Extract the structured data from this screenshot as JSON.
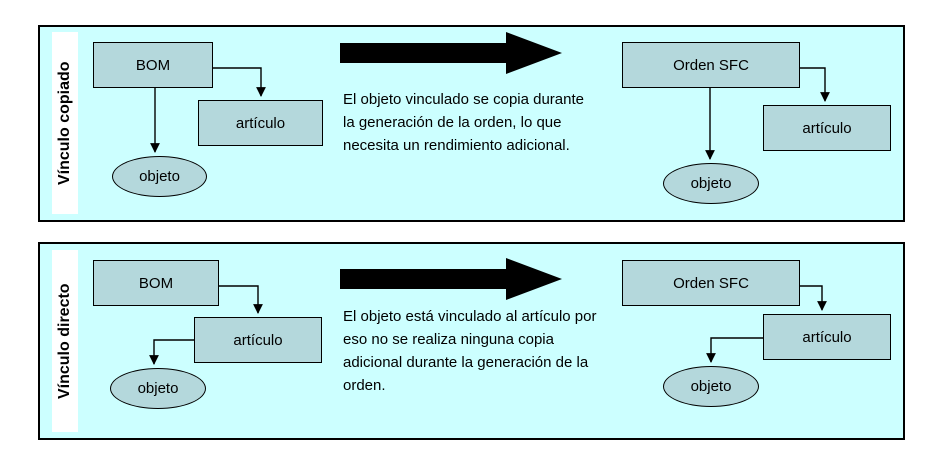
{
  "diagram": {
    "title_present": false,
    "background_color": "#ffffff",
    "panel_fill": "#ccffff",
    "node_fill": "#b4d8dc",
    "stroke_color": "#000000",
    "arrow_color": "#000000"
  },
  "panels": [
    {
      "id": "copied",
      "side_label": "Vínculo copiado",
      "caption": "El objeto vinculado se copia durante\nla generación de la orden, lo que\nnecesita un rendimiento adicional.",
      "left_group": {
        "root": "BOM",
        "item": "artículo",
        "object": "objeto"
      },
      "right_group": {
        "root": "Orden SFC",
        "item": "artículo",
        "object": "objeto"
      },
      "flow_arrow": "generation-arrow"
    },
    {
      "id": "direct",
      "side_label": "Vínculo directo",
      "caption": "El objeto está vinculado al artículo por\neso no se realiza ninguna copia\nadicional durante la generación de la\norden.",
      "left_group": {
        "root": "BOM",
        "item": "artículo",
        "object": "objeto"
      },
      "right_group": {
        "root": "Orden SFC",
        "item": "artículo",
        "object": "objeto"
      },
      "flow_arrow": "generation-arrow"
    }
  ]
}
